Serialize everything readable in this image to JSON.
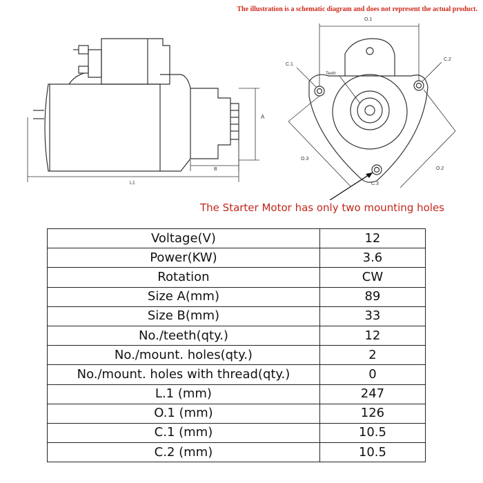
{
  "disclaimer": "The illustration is a schematic diagram and does not represent the actual product.",
  "diagram": {
    "side_labels": {
      "dim_a": "A",
      "dim_b": "B",
      "dim_l1": "L1"
    },
    "front_labels": {
      "o1": "O.1",
      "o2": "O.2",
      "o3": "O.3",
      "c1": "C.1",
      "c2": "C.2",
      "c3": "C.3",
      "teeth": "Teeth"
    }
  },
  "note": "The Starter Motor has only two mounting holes",
  "specs": [
    {
      "label": "Voltage(V)",
      "value": "12"
    },
    {
      "label": "Power(KW)",
      "value": "3.6"
    },
    {
      "label": "Rotation",
      "value": "CW"
    },
    {
      "label": "Size A(mm)",
      "value": "89"
    },
    {
      "label": "Size B(mm)",
      "value": "33"
    },
    {
      "label": "No./teeth(qty.)",
      "value": "12"
    },
    {
      "label": "No./mount. holes(qty.)",
      "value": "2"
    },
    {
      "label": "No./mount. holes with thread(qty.)",
      "value": "0"
    },
    {
      "label": "L.1 (mm)",
      "value": "247"
    },
    {
      "label": "O.1 (mm)",
      "value": "126"
    },
    {
      "label": "C.1 (mm)",
      "value": "10.5"
    },
    {
      "label": "C.2 (mm)",
      "value": "10.5"
    }
  ]
}
